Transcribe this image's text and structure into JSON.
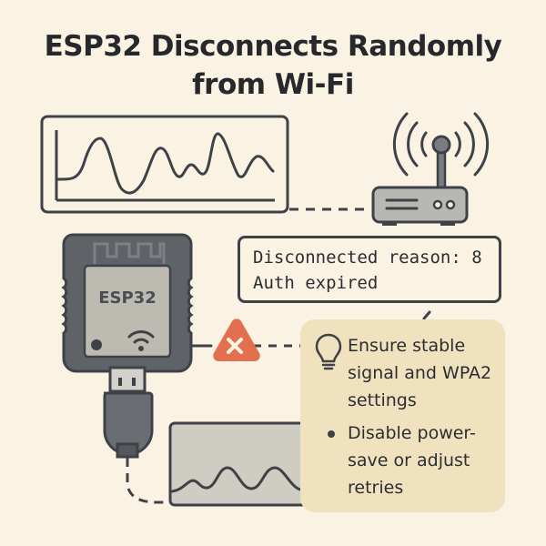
{
  "title": {
    "line1": "ESP32 Disconnects Randomly",
    "line2": "from Wi-Fi"
  },
  "signal_graph": {
    "icon": "signal-waveform-chart"
  },
  "router": {
    "icon": "wifi-router-icon"
  },
  "esp32_board": {
    "label": "ESP32",
    "icon": "esp32-module-icon"
  },
  "log_message": {
    "line1": "Disconnected reason: 8",
    "line2": "Auth expired"
  },
  "error_marker": {
    "icon": "warning-x-icon",
    "color": "#e2704f"
  },
  "tips": {
    "items": [
      {
        "icon": "lightbulb-icon",
        "text": "Ensure stable signal and WPA2 settings"
      },
      {
        "icon": "bullet",
        "text": "Disable power-save or adjust retries"
      }
    ],
    "background": "#f0e2bf"
  },
  "monitor": {
    "icon": "serial-monitor-waveform"
  },
  "colors": {
    "background": "#faf3e4",
    "stroke": "#3e4247",
    "device_fill": "#5f6266",
    "chip_fill": "#bdbab2",
    "error": "#e2704f"
  }
}
